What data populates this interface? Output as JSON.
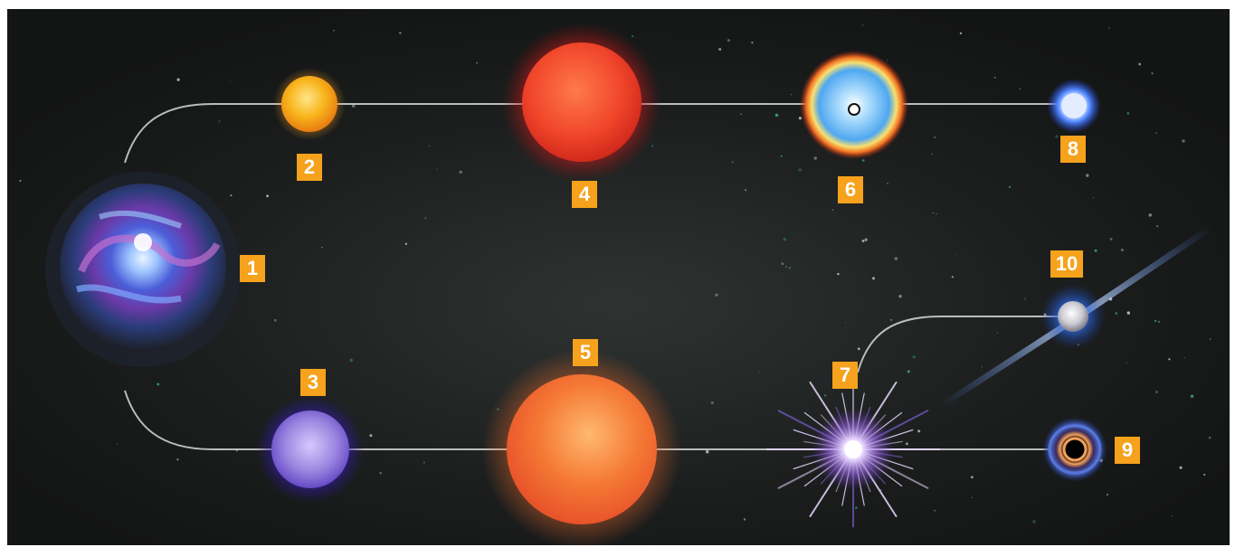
{
  "diagram": {
    "stages": [
      {
        "label": "1",
        "object": "nebula"
      },
      {
        "label": "2",
        "object": "yellow-star"
      },
      {
        "label": "3",
        "object": "violet-massive-star"
      },
      {
        "label": "4",
        "object": "red-giant"
      },
      {
        "label": "5",
        "object": "red-supergiant"
      },
      {
        "label": "6",
        "object": "planetary-nebula"
      },
      {
        "label": "7",
        "object": "supernova"
      },
      {
        "label": "8",
        "object": "white-dwarf"
      },
      {
        "label": "9",
        "object": "black-hole"
      },
      {
        "label": "10",
        "object": "neutron-star"
      }
    ],
    "edges": [
      [
        "1",
        "2"
      ],
      [
        "2",
        "4"
      ],
      [
        "4",
        "6"
      ],
      [
        "6",
        "8"
      ],
      [
        "1",
        "3"
      ],
      [
        "3",
        "5"
      ],
      [
        "5",
        "7"
      ],
      [
        "7",
        "9"
      ],
      [
        "7",
        "10"
      ]
    ],
    "colors": {
      "badge": "#f6a21c",
      "background": "#141516",
      "path": "#d8d8d8",
      "yellow_star": "#f8b41c",
      "red_giant": "#f0452a",
      "violet_star": "#9c86e0",
      "red_supergiant": "#f57a35",
      "white_dwarf": "#a8c8ff",
      "stars_teal": "#3aa386"
    }
  }
}
